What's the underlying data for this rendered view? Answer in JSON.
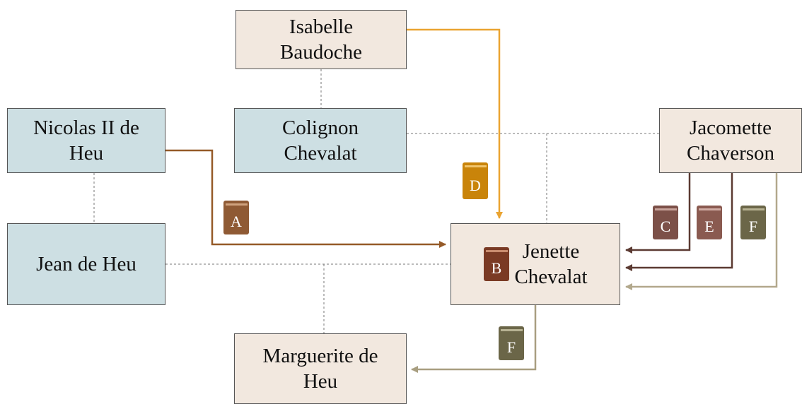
{
  "people": {
    "isabelle": [
      "Isabelle",
      "Baudoche"
    ],
    "nicolas": [
      "Nicolas II de",
      "Heu"
    ],
    "colignon": [
      "Colignon",
      "Chevalat"
    ],
    "jacomette": [
      "Jacomette",
      "Chaverson"
    ],
    "jean": [
      "Jean de Heu"
    ],
    "jenette": [
      "Jenette",
      "Chevalat"
    ],
    "marguerite": [
      "Marguerite de",
      "Heu"
    ]
  },
  "books": {
    "a": {
      "label": "A",
      "color": "#8f5a34"
    },
    "b": {
      "label": "B",
      "color": "#7a3a24"
    },
    "c": {
      "label": "C",
      "color": "#7c5048"
    },
    "d": {
      "label": "D",
      "color": "#c9840a"
    },
    "e": {
      "label": "E",
      "color": "#8a5a50"
    },
    "f": {
      "label": "F",
      "color": "#6b6648"
    }
  },
  "colors": {
    "arrow_nicolas": "#955a28",
    "arrow_isabelle": "#eaa431",
    "arrow_jacomette_dark": "#5b3a32",
    "arrow_jacomette_light": "#b2a88c",
    "arrow_jenette": "#a89e80",
    "dotted_line": "#777777",
    "blue_fill": "#cddfe3",
    "beige_fill": "#f2e8df"
  }
}
